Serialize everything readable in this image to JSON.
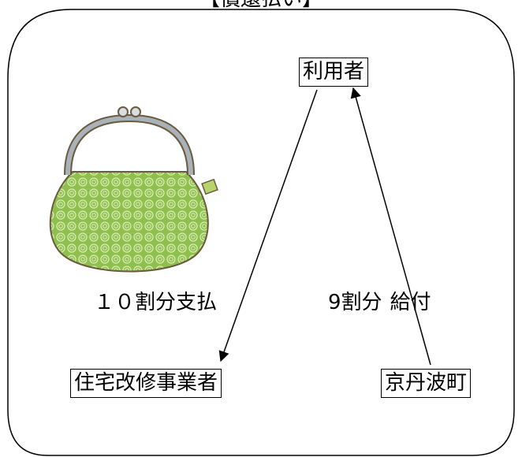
{
  "title": "【償還払い】",
  "nodes": {
    "user": "利用者",
    "contractor": "住宅改修事業者",
    "town": "京丹波町"
  },
  "edges": {
    "user_to_contractor": "１０割分支払",
    "town_to_user_amount": "9割分",
    "town_to_user_benefit": "給付"
  },
  "icons": {
    "purse": "green-coin-purse-icon"
  }
}
